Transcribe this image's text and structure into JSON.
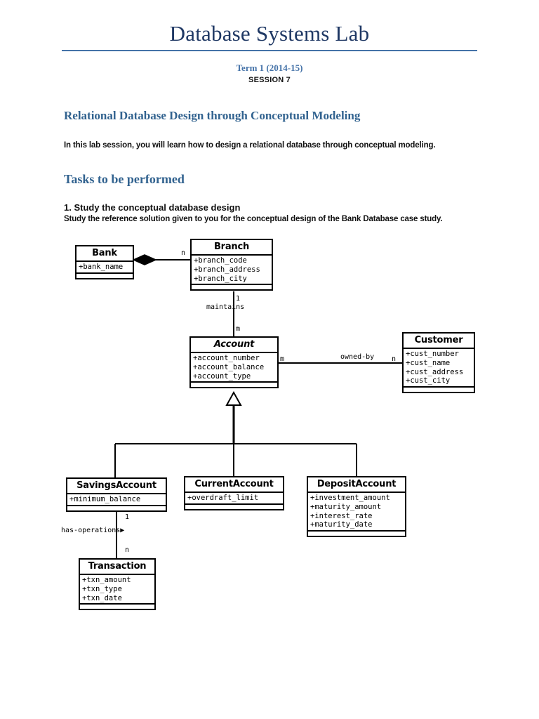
{
  "header": {
    "title": "Database Systems Lab",
    "term": "Term 1 (2014-15)",
    "session": "SESSION 7",
    "rule_color": "#4472a8",
    "title_color": "#1f3864"
  },
  "body": {
    "section_heading": "Relational Database Design through Conceptual Modeling",
    "intro": "In this lab session, you will learn how to design a relational database through conceptual modeling.",
    "tasks_heading": "Tasks to be performed",
    "task_number": "1.  Study the conceptual database design",
    "task_description": "Study the reference solution given to you for the conceptual design of the Bank Database case study.",
    "heading_color": "#31628f"
  },
  "diagram": {
    "type": "uml-class-diagram",
    "classes": [
      {
        "id": "bank",
        "name": "Bank",
        "abstract": false,
        "attributes": [
          "+bank_name"
        ]
      },
      {
        "id": "branch",
        "name": "Branch",
        "abstract": false,
        "attributes": [
          "+branch_code",
          "+branch_address",
          "+branch_city"
        ]
      },
      {
        "id": "account",
        "name": "Account",
        "abstract": true,
        "attributes": [
          "+account_number",
          "+account_balance",
          "+account_type"
        ]
      },
      {
        "id": "customer",
        "name": "Customer",
        "abstract": false,
        "attributes": [
          "+cust_number",
          "+cust_name",
          "+cust_address",
          "+cust_city"
        ]
      },
      {
        "id": "savingsaccount",
        "name": "SavingsAccount",
        "abstract": false,
        "attributes": [
          "+minimum_balance"
        ]
      },
      {
        "id": "currentaccount",
        "name": "CurrentAccount",
        "abstract": false,
        "attributes": [
          "+overdraft_limit"
        ]
      },
      {
        "id": "depositaccount",
        "name": "DepositAccount",
        "abstract": false,
        "attributes": [
          "+investment_amount",
          "+maturity_amount",
          "+interest_rate",
          "+maturity_date"
        ]
      },
      {
        "id": "transaction",
        "name": "Transaction",
        "abstract": false,
        "attributes": [
          "+txn_amount",
          "+txn_type",
          "+txn_date"
        ]
      }
    ],
    "relationships": [
      {
        "id": "bank-branch",
        "kind": "composition",
        "from": "bank",
        "to": "branch",
        "label": "",
        "from_multiplicity": "",
        "to_multiplicity": "n"
      },
      {
        "id": "branch-account",
        "kind": "association",
        "from": "branch",
        "to": "account",
        "label": "maintains",
        "from_multiplicity": "1",
        "to_multiplicity": "m"
      },
      {
        "id": "account-customer",
        "kind": "association",
        "from": "account",
        "to": "customer",
        "label": "owned-by",
        "from_multiplicity": "m",
        "to_multiplicity": "n"
      },
      {
        "id": "account-generalization",
        "kind": "generalization",
        "from": "savingsaccount,currentaccount,depositaccount",
        "to": "account",
        "label": "",
        "from_multiplicity": "",
        "to_multiplicity": ""
      },
      {
        "id": "savings-transaction",
        "kind": "association",
        "from": "savingsaccount",
        "to": "transaction",
        "label": "has-operations▶",
        "from_multiplicity": "1",
        "to_multiplicity": "n"
      }
    ]
  }
}
